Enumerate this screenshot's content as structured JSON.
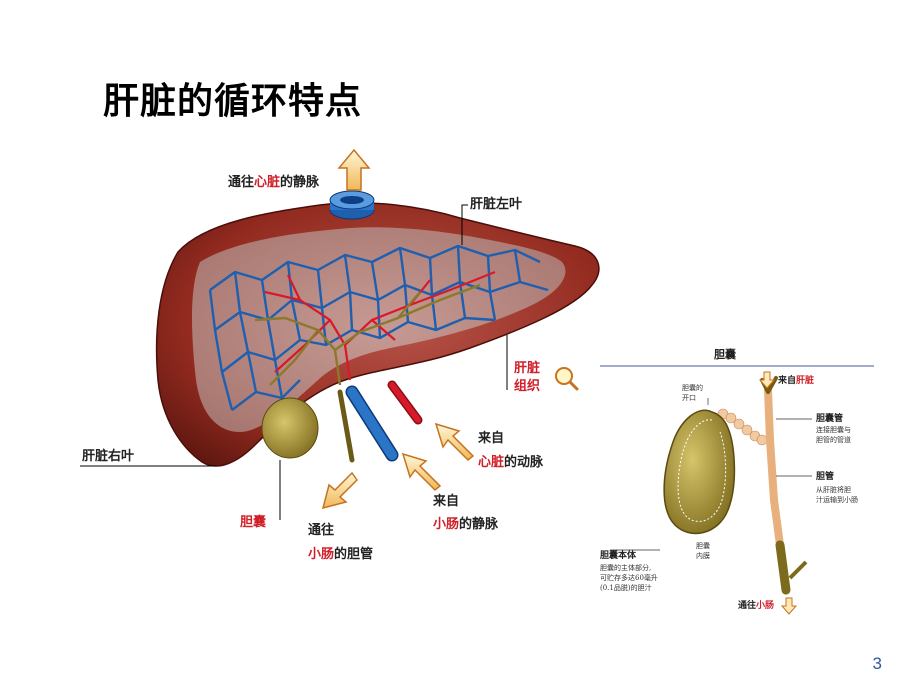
{
  "slide": {
    "title": "肝脏的循环特点",
    "page_number": "3"
  },
  "liver_diagram": {
    "vein_out": {
      "prefix": "通往",
      "highlight": "心脏",
      "suffix": "的静脉"
    },
    "left_lobe": "肝脏左叶",
    "tissue_line1": "肝脏",
    "tissue_line2": "组织",
    "right_lobe": "肝脏右叶",
    "gallbladder": "胆囊",
    "artery_in_line1": "来自",
    "artery_in_highlight": "心脏",
    "artery_in_suffix": "的动脉",
    "portal_in_line1": "来自",
    "portal_in_highlight": "小肠",
    "portal_in_suffix": "的静脉",
    "bile_out_line1": "通往",
    "bile_out_highlight": "小肠",
    "bile_out_suffix": "的胆管",
    "colors": {
      "highlight": "#d0202a",
      "liver": "#8a2a1c",
      "vessel_blue": "#1e5fb0",
      "vessel_red": "#d8192a"
    }
  },
  "gallbladder_diagram": {
    "title": "胆囊",
    "from_liver_prefix": "来自",
    "from_liver_highlight": "肝脏",
    "opening_line1": "胆囊的",
    "opening_line2": "开口",
    "cystic_duct_title": "胆囊管",
    "cystic_duct_desc1": "连接胆囊与",
    "cystic_duct_desc2": "胆管的管道",
    "bile_duct_title": "胆管",
    "bile_duct_desc1": "从肝脏将胆",
    "bile_duct_desc2": "汁运输到小肠",
    "body_title": "胆囊本体",
    "body_desc1": "胆囊的主体部分,",
    "body_desc2": "可贮存多达60毫升",
    "body_desc3": "(0.1品脱)的胆汁",
    "lining_line1": "胆囊",
    "lining_line2": "内膜",
    "to_intestine_prefix": "通往",
    "to_intestine_highlight": "小肠"
  }
}
